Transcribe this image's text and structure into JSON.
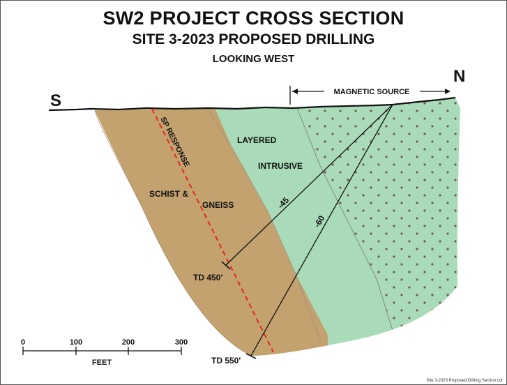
{
  "title": "SW2  PROJECT CROSS SECTION",
  "subtitle": "SITE 3-2023  PROPOSED DRILLING",
  "view": "LOOKING WEST",
  "compass": {
    "left": "S",
    "right": "N"
  },
  "magnetic_source": "MAGNETIC SOURCE",
  "units": {
    "schist": [
      "SCHIST &",
      "GNEISS"
    ],
    "intrusive": [
      "LAYERED",
      "INTRUSIVE"
    ]
  },
  "sp_response": "SP RESPONSE",
  "holes": [
    {
      "dip": "-45",
      "td": "TD 450'"
    },
    {
      "dip": "-60",
      "td": "TD 550'"
    }
  ],
  "scale": {
    "ticks": [
      "0",
      "100",
      "200",
      "300"
    ],
    "unit": "FEET"
  },
  "colors": {
    "schist": "#c4a26f",
    "intrusive": "#a9dbb8",
    "sp_line": "#e8231c",
    "dots": "#6e5a4e"
  },
  "footer": "Site 3-2023 Proposed Drilling Section.cdr"
}
